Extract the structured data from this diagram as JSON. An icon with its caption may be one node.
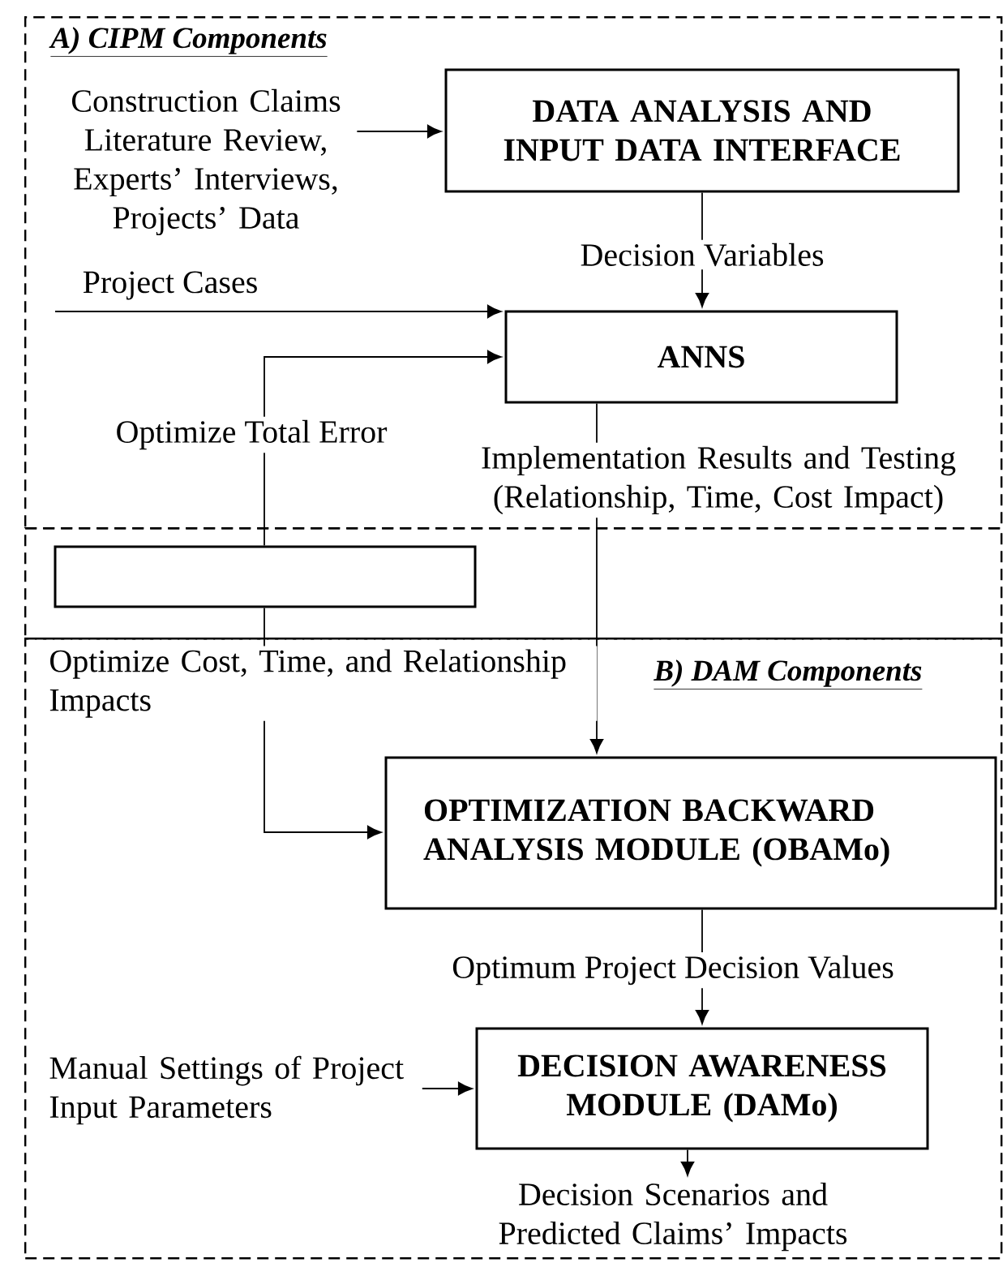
{
  "diagram": {
    "nodes": [
      {
        "text": [
          "A) CIPM Components"
        ]
      },
      {
        "text": [
          "Construction Claims Literature Review, Experts’ Interviews, Projects’ Data"
        ],
        "in": 0
      },
      {
        "text": [
          "DATA ANALYSIS AND INPUT DATA INTERFACE"
        ],
        "in": 0
      },
      {
        "text": [
          "ANNS"
        ],
        "in": 0
      },
      {
        "text": [],
        "shape": "box"
      },
      {
        "text": [],
        "shape": "box",
        "in": 4
      },
      {
        "text": [
          "B) DAM Components"
        ]
      },
      {
        "text": [
          "OPTIMIZATION BACKWARD ANALYSIS MODULE (OBAMo)"
        ],
        "in": 6
      },
      {
        "text": [
          "Manual Settings of Project Input Parameters"
        ],
        "in": 6
      },
      {
        "text": [
          "DECISION AWARENESS MODULE (DAMo)"
        ],
        "in": 6
      },
      {
        "text": [
          "Decision Scenarios and Predicted Claims’ Impacts"
        ],
        "in": 6
      }
    ],
    "edges": [
      {
        "from": 1,
        "to": 2,
        "arrow": "to"
      },
      {
        "from": 2,
        "to": 3,
        "arrow": "to",
        "label": "Decision Variables"
      },
      {
        "from": null,
        "to": 3,
        "arrow": "to",
        "label": "Project Cases"
      },
      {
        "from": 5,
        "to": 3,
        "arrow": "to",
        "label": "Optimize Total Error"
      },
      {
        "from": 3,
        "to": 7,
        "arrow": "to",
        "label": "Implementation Results and Testing (Relationship, Time, Cost Impact)"
      },
      {
        "from": 5,
        "to": 7,
        "arrow": "to",
        "label": "Optimize Cost, Time, and Relationship Impacts"
      },
      {
        "from": 7,
        "to": 9,
        "arrow": "to",
        "label": "Optimum Project Decision Values"
      },
      {
        "from": 8,
        "to": 9,
        "arrow": "to"
      },
      {
        "from": 9,
        "to": 10,
        "arrow": "to"
      }
    ]
  }
}
